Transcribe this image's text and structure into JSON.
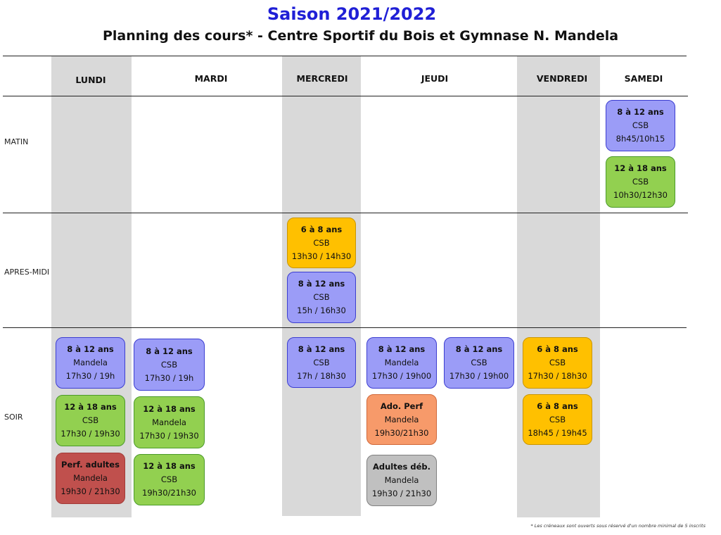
{
  "header": {
    "title": "Saison 2021/2022",
    "subtitle": "Planning des cours* - Centre Sportif du Bois et Gymnase N. Mandela"
  },
  "days": [
    "LUNDI",
    "MARDI",
    "MERCREDI",
    "JEUDI",
    "VENDREDI",
    "SAMEDI"
  ],
  "periods": [
    "MATIN",
    "APRES-MIDI",
    "SOIR"
  ],
  "colors": {
    "blue": "#9b9cf7",
    "green": "#92d050",
    "orange": "#ffc000",
    "red": "#c0504d",
    "salmon": "#f79a6a",
    "grey": "#c0c0c0",
    "title": "#1f1fd6",
    "band": "#d9d9d9"
  },
  "courses": [
    {
      "day": "SAMEDI",
      "period": "MATIN",
      "age": "8 à 12 ans",
      "place": "CSB",
      "time": "8h45/10h15",
      "color": "blue"
    },
    {
      "day": "SAMEDI",
      "period": "MATIN",
      "age": "12 à 18 ans",
      "place": "CSB",
      "time": "10h30/12h30",
      "color": "green"
    },
    {
      "day": "MERCREDI",
      "period": "APRES-MIDI",
      "age": "6 à  8 ans",
      "place": "CSB",
      "time": "13h30 / 14h30",
      "color": "orange"
    },
    {
      "day": "MERCREDI",
      "period": "APRES-MIDI",
      "age": "8 à 12 ans",
      "place": "CSB",
      "time": "15h / 16h30",
      "color": "blue"
    },
    {
      "day": "LUNDI",
      "period": "SOIR",
      "age": "8 à 12 ans",
      "place": "Mandela",
      "time": "17h30 / 19h",
      "color": "blue"
    },
    {
      "day": "LUNDI",
      "period": "SOIR",
      "age": "12 à  18 ans",
      "place": "CSB",
      "time": "17h30 / 19h30",
      "color": "green"
    },
    {
      "day": "LUNDI",
      "period": "SOIR",
      "age": "Perf. adultes",
      "place": "Mandela",
      "time": "19h30 / 21h30",
      "color": "red"
    },
    {
      "day": "MARDI",
      "period": "SOIR",
      "age": "8 à 12 ans",
      "place": "CSB",
      "time": "17h30 / 19h",
      "color": "blue"
    },
    {
      "day": "MARDI",
      "period": "SOIR",
      "age": "12 à 18 ans",
      "place": "Mandela",
      "time": "17h30 / 19h30",
      "color": "green"
    },
    {
      "day": "MARDI",
      "period": "SOIR",
      "age": "12 à 18 ans",
      "place": "CSB",
      "time": "19h30/21h30",
      "color": "green"
    },
    {
      "day": "MERCREDI",
      "period": "SOIR",
      "age": "8 à 12 ans",
      "place": "CSB",
      "time": "17h / 18h30",
      "color": "blue"
    },
    {
      "day": "JEUDI",
      "period": "SOIR",
      "age": "8 à 12 ans",
      "place": "Mandela",
      "time": "17h30 / 19h00",
      "color": "blue"
    },
    {
      "day": "JEUDI",
      "period": "SOIR",
      "age": "8 à 12 ans",
      "place": "CSB",
      "time": "17h30 / 19h00",
      "color": "blue"
    },
    {
      "day": "JEUDI",
      "period": "SOIR",
      "age": "Ado. Perf",
      "place": "Mandela",
      "time": "19h30/21h30",
      "color": "salmon"
    },
    {
      "day": "JEUDI",
      "period": "SOIR",
      "age": "Adultes déb.",
      "place": "Mandela",
      "time": "19h30 / 21h30",
      "color": "grey"
    },
    {
      "day": "VENDREDI",
      "period": "SOIR",
      "age": "6 à 8 ans",
      "place": "CSB",
      "time": "17h30 / 18h30",
      "color": "orange"
    },
    {
      "day": "VENDREDI",
      "period": "SOIR",
      "age": "6 à 8 ans",
      "place": "CSB",
      "time": "18h45 / 19h45",
      "color": "orange"
    }
  ],
  "footnote": "* Les créneaux sont ouverts sous réservé d'un nombre minimal de 5 inscrits"
}
